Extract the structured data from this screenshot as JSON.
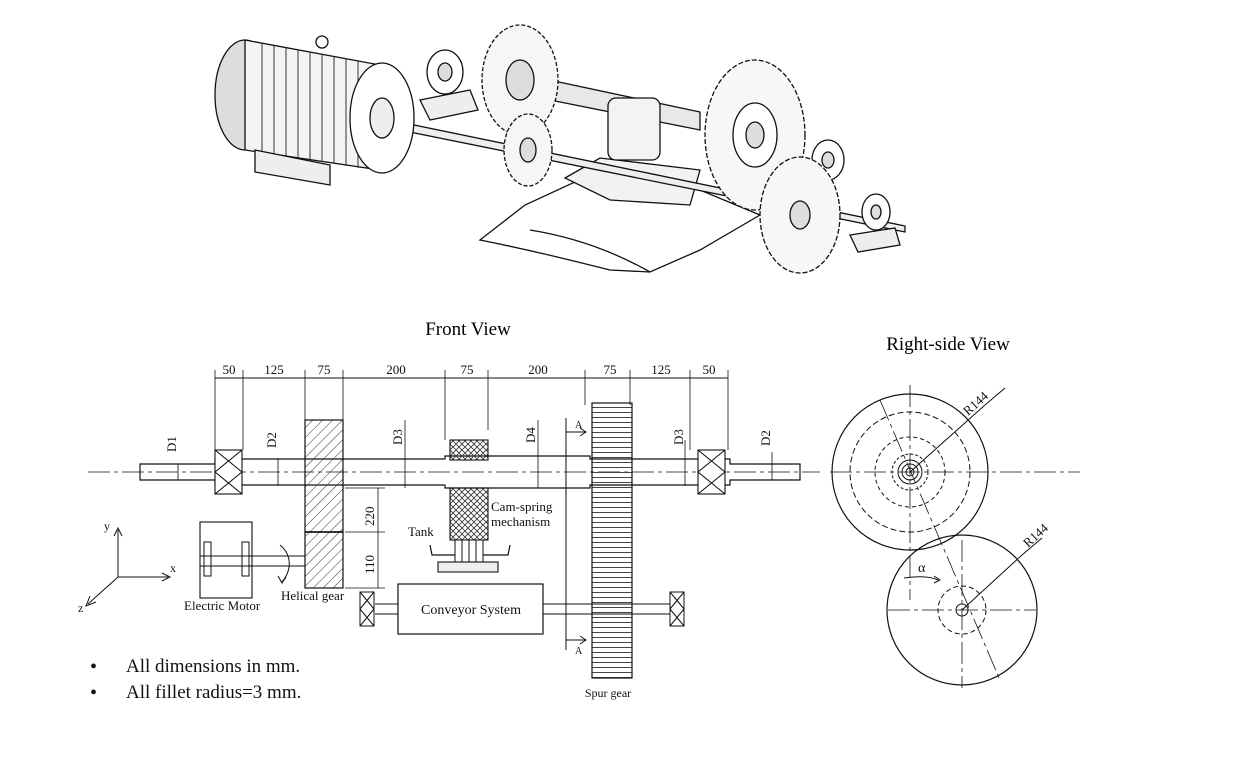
{
  "views": {
    "front_title": "Front View",
    "side_title": "Right-side View"
  },
  "front": {
    "dimensions_top": [
      "50",
      "125",
      "75",
      "200",
      "75",
      "200",
      "75",
      "125",
      "50"
    ],
    "diameters": {
      "d1": "D1",
      "d2_left": "D2",
      "d3_left": "D3",
      "d4": "D4",
      "d3_right": "D3",
      "d2_right": "D2"
    },
    "vertical_dims": {
      "upper": "220",
      "lower": "110"
    },
    "section_mark": "A",
    "labels": {
      "cam": "Cam-spring",
      "cam2": "mechanism",
      "tank": "Tank",
      "motor": "Electric Motor",
      "helical": "Helical gear",
      "conveyor": "Conveyor System",
      "spur": "Spur gear"
    },
    "axes": {
      "x": "x",
      "y": "y",
      "z": "z"
    }
  },
  "side": {
    "radius_top": "R144",
    "radius_bottom": "R144",
    "angle": "α"
  },
  "notes": [
    "All dimensions in mm.",
    "All fillet radius=3 mm."
  ]
}
